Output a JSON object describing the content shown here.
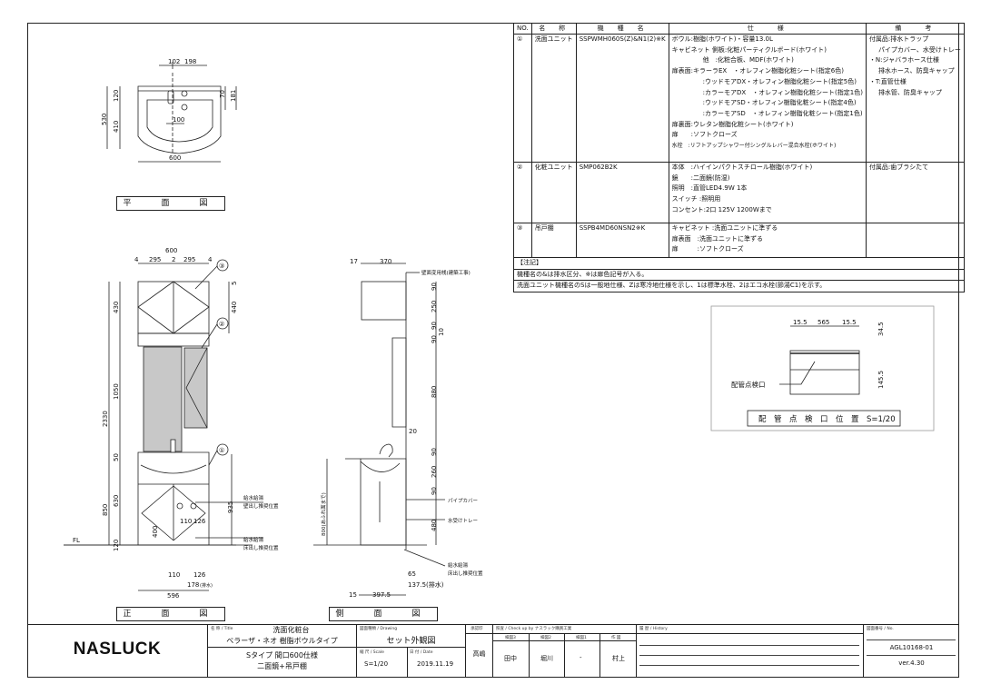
{
  "spec_table": {
    "headers": {
      "no": "NO.",
      "name": "名　称",
      "model": "機　種　名",
      "spec": "仕　　様",
      "remarks": "備　　考"
    },
    "rows": [
      {
        "no": "①",
        "name": "洗面ユニット",
        "model": "SSPWMH060S(Z)&N1(2)※K",
        "spec": [
          "ボウル:樹脂(ホワイト)・容量13.0L",
          "キャビネット 側板:化粧パーティクルボード(ホワイト)",
          "他　:化粧合板、MDF(ホワイト)",
          "扉表面:キラーラEX　・オレフィン樹脂化粧シート(指定6色)",
          ":ウッドモアDX・オレフィン樹脂化粧シート(指定5色)",
          ":カラーモアDX　・オレフィン樹脂化粧シート(指定1色)",
          ":ウッドモアSD・オレフィン樹脂化粧シート(指定4色)",
          ":カラーモアSD　・オレフィン樹脂化粧シート(指定1色)",
          "扉裏面:ウレタン樹脂化粧シート(ホワイト)",
          "扉　　:ソフトクローズ",
          "水栓　:リフトアップシャワー付シングルレバー混合水栓(ホワイト)"
        ],
        "remarks": [
          "付属品:排水トラップ",
          "パイプカバー、水受けトレー",
          "・N:ジャバラホース仕様",
          "排水ホース、防臭キャップ",
          "・T:直管仕様",
          "排水管、防臭キャップ"
        ]
      },
      {
        "no": "②",
        "name": "化粧ユニット",
        "model": "SMP062B2K",
        "spec": [
          "本体　:ハイインパクトスチロール樹脂(ホワイト)",
          "鏡　　:二面鏡(防湿)",
          "照明　:直管LED4.9W 1本",
          "スイッチ :照明用",
          "コンセント:2口 125V 1200Wまで"
        ],
        "remarks": [
          "付属品:歯ブラシたて"
        ]
      },
      {
        "no": "③",
        "name": "吊戸棚",
        "model": "SSPB4MD60NSN2※K",
        "spec": [
          "キャビネット :洗面ユニットに準ずる",
          "扉表面　:洗面ユニットに準ずる",
          "扉　　　:ソフトクローズ"
        ],
        "remarks": []
      }
    ],
    "notes_title": "【注記】",
    "notes": [
      "機種名の&は排水区分、※は扉色記号が入る。",
      "洗面ユニット機種名のSは一般地仕様、Zは寒冷地仕様を示し、1は標準水栓、2はエコ水栓(節湯C1)を示す。"
    ]
  },
  "drawings": {
    "plan": {
      "title": "平　面　図",
      "dims": [
        "102",
        "198",
        "120",
        "410",
        "530",
        "70",
        "181",
        "100",
        "600"
      ]
    },
    "front": {
      "title": "正　面　図",
      "dims": [
        "600",
        "4",
        "295",
        "2",
        "295",
        "4",
        "430",
        "440",
        "5",
        "1050",
        "2330",
        "50",
        "630",
        "850",
        "120",
        "935",
        "110",
        "126",
        "400",
        "110",
        "126",
        "178",
        "(排水)",
        "596"
      ],
      "callouts": [
        "③",
        "②",
        "①"
      ],
      "labels": [
        "給水給湯",
        "壁出し推奨位置",
        "給水給湯",
        "床出し推奨位置"
      ],
      "fl": "FL"
    },
    "side": {
      "title": "側　面　図",
      "dims": [
        "17",
        "370",
        "90",
        "250",
        "90",
        "10",
        "90",
        "880",
        "20",
        "90",
        "260",
        "90",
        "480",
        "800(あふれ面まで)",
        "65",
        "137.5(排水)",
        "15",
        "397.5"
      ],
      "labels": [
        "壁面変用桟(建築工事)",
        "パイプカバー",
        "水受けトレー",
        "給水給湯",
        "床出し推奨位置"
      ]
    },
    "inspection": {
      "title": "配　管　点　検　口　位　置　S=1/20",
      "dims": [
        "15.5",
        "565",
        "15.5",
        "34.5",
        "145.5"
      ],
      "label": "配管点検口"
    }
  },
  "title_block": {
    "logo": "NASLUCK",
    "title_caption": "名 称 / Title",
    "title_line1": "洗面化粧台",
    "title_line2": "ベラーザ・ネオ 樹脂ボウルタイプ",
    "title_line3": "Sタイプ 間口600仕様",
    "title_line4": "二面鏡+吊戸棚",
    "drawing_caption": "図面種類 / Drawing",
    "drawing": "セット外観図",
    "scale_caption": "縮 尺 / Scale",
    "scale": "S=1/20",
    "date_caption": "日 付 / Date",
    "date": "2019.11.19",
    "approver_caption": "承認印",
    "approver": "高嶋",
    "check_caption": "照査 / Check up by ナスラック購買工業",
    "check_heads": [
      "検図3",
      "検図2",
      "検図1",
      "作 図"
    ],
    "check_names": [
      "田中",
      "堀川",
      "-",
      "村上"
    ],
    "history_caption": "履 歴 / History",
    "no_caption": "図面番号 / No.",
    "drawing_no": "AGL10168-01",
    "version": "ver.4.30"
  }
}
